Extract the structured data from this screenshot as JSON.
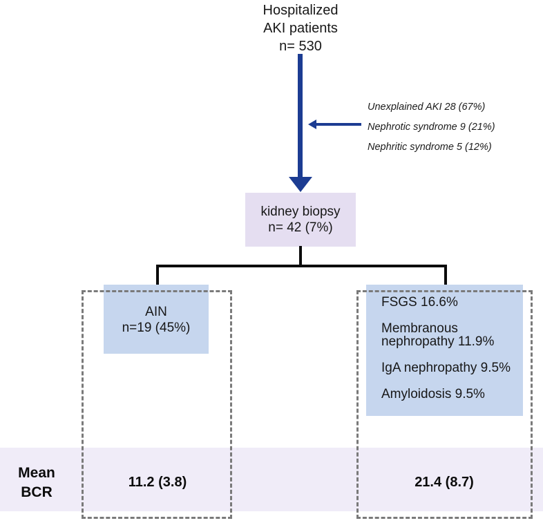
{
  "diagram": {
    "top_node": {
      "lines": [
        "Hospitalized",
        "AKI patients",
        "n= 530"
      ]
    },
    "exclusion_annotation": {
      "lines": [
        "Unexplained AKI 28 (67%)",
        "Nephrotic syndrome 9 (21%)",
        "Nephritic syndrome 5 (12%)"
      ]
    },
    "biopsy_node": {
      "lines": [
        "kidney biopsy",
        "n= 42 (7%)"
      ]
    },
    "ain_node": {
      "lines": [
        "AIN",
        "n=19 (45%)"
      ]
    },
    "glomerular_node": {
      "items": [
        "FSGS 16.6%",
        "Membranous nephropathy 11.9%",
        "IgA nephropathy 9.5%",
        "Amyloidosis 9.5%"
      ]
    },
    "bcr_row": {
      "label_lines": [
        "Mean",
        "BCR"
      ],
      "left_value": "11.2 (3.8)",
      "right_value": "21.4 (8.7)"
    }
  },
  "colors": {
    "arrow_navy": "#1c3c92",
    "connector_black": "#0b0b0b",
    "biopsy_box_fill": "#e5def1",
    "result_box_fill": "#c6d6ee",
    "bcr_band_fill": "#f0ecf8",
    "dashed_outline": "#7a7a7a",
    "background": "#ffffff"
  }
}
